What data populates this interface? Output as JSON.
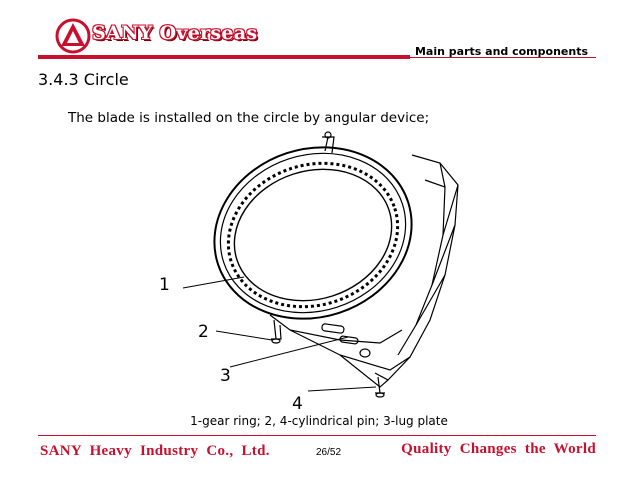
{
  "header": {
    "brand": "SANY Overseas",
    "section_label": "Main parts and components",
    "logo_icon": "sany-triangle-logo-icon"
  },
  "content": {
    "heading": "3.4.3 Circle",
    "body": "The blade is installed on the circle by angular device;",
    "callouts": [
      "1",
      "2",
      "3",
      "4"
    ],
    "caption": "1-gear ring; 2, 4-cylindrical pin; 3-lug plate"
  },
  "footer": {
    "company": "SANY  Heavy  Industry  Co.,  Ltd.",
    "page": "26/52",
    "slogan": "Quality  Changes  the  World"
  },
  "colors": {
    "brand_red": "#c8102e"
  }
}
